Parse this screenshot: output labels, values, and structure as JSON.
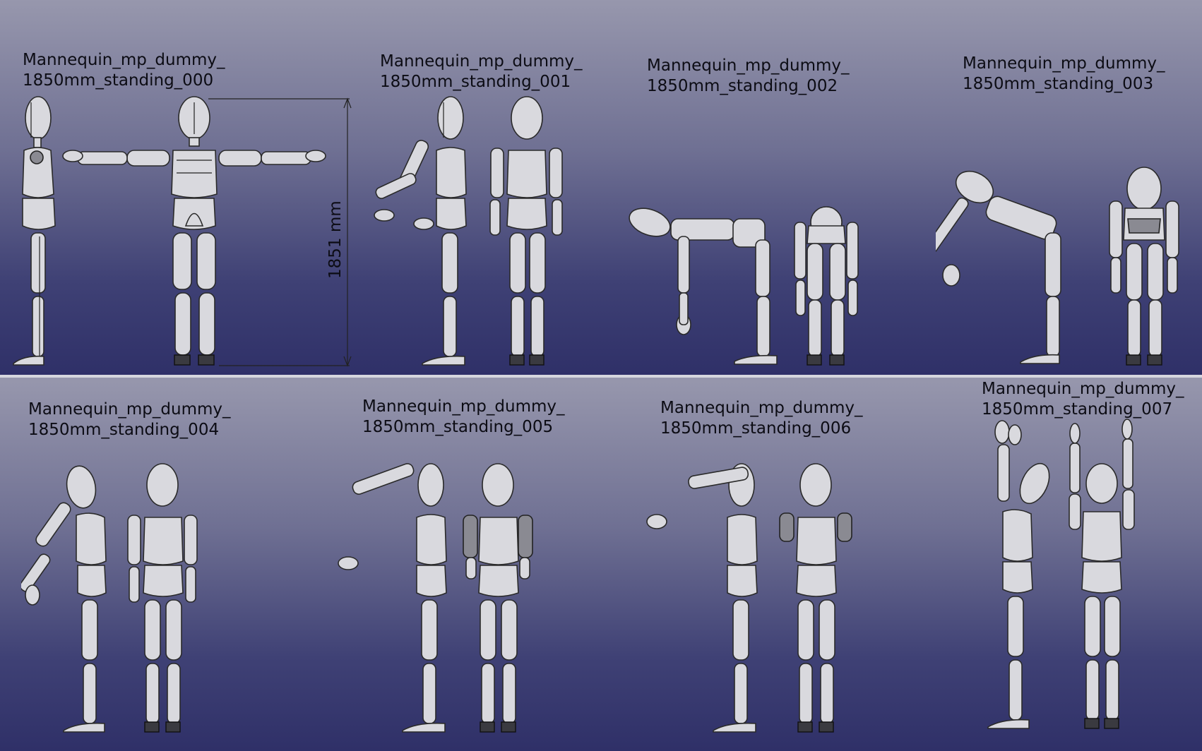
{
  "poses": [
    {
      "id": "000",
      "label": "Mannequin_mp_dummy_\n1850mm_standing_000"
    },
    {
      "id": "001",
      "label": "Mannequin_mp_dummy_\n1850mm_standing_001"
    },
    {
      "id": "002",
      "label": "Mannequin_mp_dummy_\n1850mm_standing_002"
    },
    {
      "id": "003",
      "label": "Mannequin_mp_dummy_\n1850mm_standing_003"
    },
    {
      "id": "004",
      "label": "Mannequin_mp_dummy_\n1850mm_standing_004"
    },
    {
      "id": "005",
      "label": "Mannequin_mp_dummy_\n1850mm_standing_005"
    },
    {
      "id": "006",
      "label": "Mannequin_mp_dummy_\n1850mm_standing_006"
    },
    {
      "id": "007",
      "label": "Mannequin_mp_dummy_\n1850mm_standing_007"
    }
  ],
  "dimension": {
    "label": "1851 mm"
  },
  "colors": {
    "background_top": "#9797ad",
    "background_bottom": "#2f3068",
    "mannequin": "#d9d9de",
    "outline": "#2a2a2a"
  }
}
